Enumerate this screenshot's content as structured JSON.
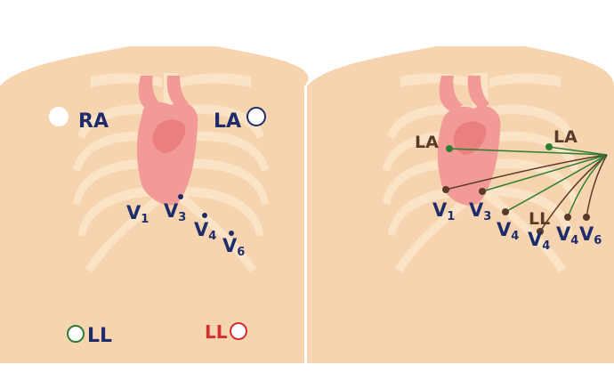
{
  "colors": {
    "skin": "#F6D4B0",
    "bone": "#FBE3C6",
    "heart": "#F29A98",
    "heart_dark": "#E9807E",
    "label_navy": "#1F2C6C",
    "label_brown": "#5B3A29",
    "label_red": "#D32F2F",
    "wire_green": "#2E7D32",
    "wire_brown": "#5B3A29"
  },
  "left_panel": {
    "ra": "RA",
    "la": "LA",
    "ll_left": "LL",
    "ll_right": "LL",
    "v1": "V",
    "v1_sub": "1",
    "v3": "V",
    "v3_sub": "3",
    "v4": "V",
    "v4_sub": "4",
    "v6": "V",
    "v6_sub": "6"
  },
  "right_panel": {
    "la_chest": "LA",
    "la_shoulder": "LA",
    "ll": "LL",
    "v1": "V",
    "v1_sub": "1",
    "v3": "V",
    "v3_sub": "3",
    "v4a": "V",
    "v4a_sub": "4",
    "v4b": "V",
    "v4b_sub": "4",
    "v4c": "V",
    "v4c_sub": "4",
    "v6": "V",
    "v6_sub": "6"
  }
}
